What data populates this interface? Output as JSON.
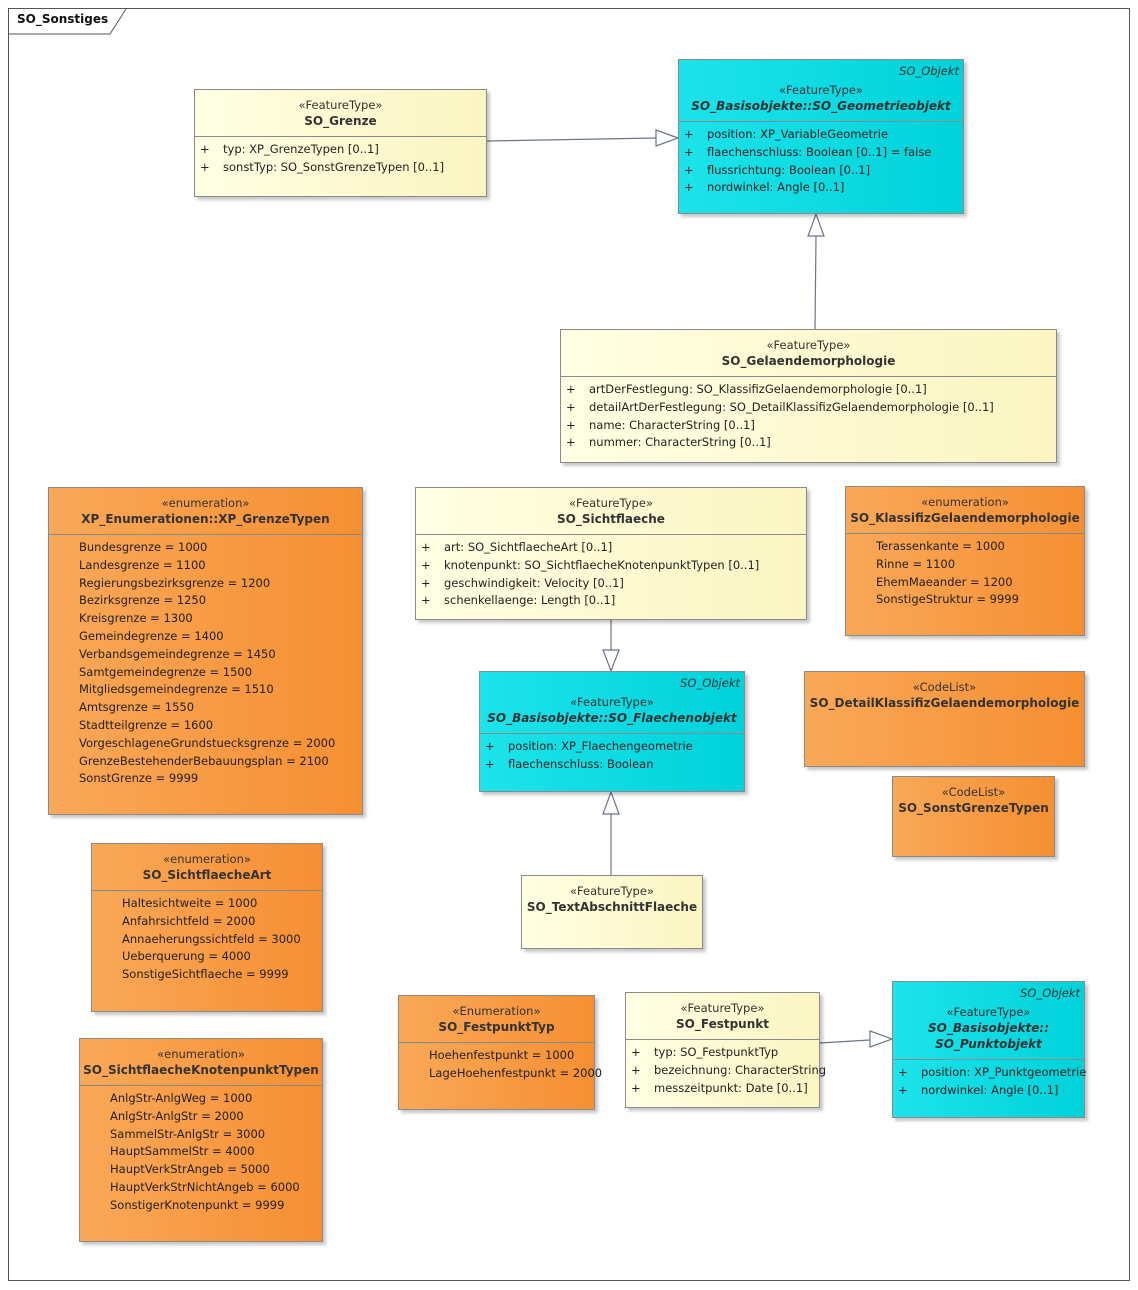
{
  "frame": {
    "title": "SO_Sonstiges"
  },
  "classes": {
    "so_grenze": {
      "stereotype": "«FeatureType»",
      "name": "SO_Grenze",
      "attributes": [
        {
          "visibility": "+",
          "text": "typ: XP_GrenzeTypen [0..1]"
        },
        {
          "visibility": "+",
          "text": "sonstTyp: SO_SonstGrenzeTypen [0..1]"
        }
      ]
    },
    "so_geometrieobjekt": {
      "abstract_label": "SO_Objekt",
      "stereotype": "«FeatureType»",
      "name": "SO_Basisobjekte::SO_Geometrieobjekt",
      "attributes": [
        {
          "visibility": "+",
          "text": "position: XP_VariableGeometrie"
        },
        {
          "visibility": "+",
          "text": "flaechenschluss: Boolean [0..1] = false"
        },
        {
          "visibility": "+",
          "text": "flussrichtung: Boolean [0..1]"
        },
        {
          "visibility": "+",
          "text": "nordwinkel: Angle [0..1]"
        }
      ]
    },
    "so_gelaendemorphologie": {
      "stereotype": "«FeatureType»",
      "name": "SO_Gelaendemorphologie",
      "attributes": [
        {
          "visibility": "+",
          "text": "artDerFestlegung: SO_KlassifizGelaendemorphologie [0..1]"
        },
        {
          "visibility": "+",
          "text": "detailArtDerFestlegung: SO_DetailKlassifizGelaendemorphologie [0..1]"
        },
        {
          "visibility": "+",
          "text": "name: CharacterString [0..1]"
        },
        {
          "visibility": "+",
          "text": "nummer: CharacterString [0..1]"
        }
      ]
    },
    "xp_grenzetypen": {
      "stereotype": "«enumeration»",
      "name": "XP_Enumerationen::XP_GrenzeTypen",
      "literals": [
        "Bundesgrenze = 1000",
        "Landesgrenze = 1100",
        "Regierungsbezirksgrenze = 1200",
        "Bezirksgrenze = 1250",
        "Kreisgrenze = 1300",
        "Gemeindegrenze = 1400",
        "Verbandsgemeindegrenze = 1450",
        "Samtgemeindegrenze = 1500",
        "Mitgliedsgemeindegrenze = 1510",
        "Amtsgrenze = 1550",
        "Stadtteilgrenze = 1600",
        "VorgeschlageneGrundstuecksgrenze = 2000",
        "GrenzeBestehenderBebauungsplan = 2100",
        "SonstGrenze = 9999"
      ]
    },
    "so_sichtflaeche": {
      "stereotype": "«FeatureType»",
      "name": "SO_Sichtflaeche",
      "attributes": [
        {
          "visibility": "+",
          "text": "art: SO_SichtflaecheArt [0..1]"
        },
        {
          "visibility": "+",
          "text": "knotenpunkt: SO_SichtflaecheKnotenpunktTypen [0..1]"
        },
        {
          "visibility": "+",
          "text": "geschwindigkeit: Velocity [0..1]"
        },
        {
          "visibility": "+",
          "text": "schenkellaenge: Length [0..1]"
        }
      ]
    },
    "so_klassifizgelaendemorphologie": {
      "stereotype": "«enumeration»",
      "name": "SO_KlassifizGelaendemorphologie",
      "literals": [
        "Terassenkante = 1000",
        "Rinne = 1100",
        "EhemMaeander = 1200",
        "SonstigeStruktur = 9999"
      ]
    },
    "so_flaechenobjekt": {
      "abstract_label": "SO_Objekt",
      "stereotype": "«FeatureType»",
      "name": "SO_Basisobjekte::SO_Flaechenobjekt",
      "attributes": [
        {
          "visibility": "+",
          "text": "position: XP_Flaechengeometrie"
        },
        {
          "visibility": "+",
          "text": "flaechenschluss: Boolean"
        }
      ]
    },
    "so_detailklassifizgelaendemorphologie": {
      "stereotype": "«CodeList»",
      "name": "SO_DetailKlassifizGelaendemorphologie"
    },
    "so_sonstgrenzetypen": {
      "stereotype": "«CodeList»",
      "name": "SO_SonstGrenzeTypen"
    },
    "so_sichtflaecheart": {
      "stereotype": "«enumeration»",
      "name": "SO_SichtflaecheArt",
      "literals": [
        "Haltesichtweite = 1000",
        "Anfahrsichtfeld = 2000",
        "Annaeherungssichtfeld = 3000",
        "Ueberquerung = 4000",
        "SonstigeSichtflaeche = 9999"
      ]
    },
    "so_textabschnittflaeche": {
      "stereotype": "«FeatureType»",
      "name": "SO_TextAbschnittFlaeche"
    },
    "so_festpunkttyp": {
      "stereotype": "«Enumeration»",
      "name": "SO_FestpunktTyp",
      "literals": [
        "Hoehenfestpunkt = 1000",
        "LageHoehenfestpunkt = 2000"
      ]
    },
    "so_festpunkt": {
      "stereotype": "«FeatureType»",
      "name": "SO_Festpunkt",
      "attributes": [
        {
          "visibility": "+",
          "text": "typ: SO_FestpunktTyp"
        },
        {
          "visibility": "+",
          "text": "bezeichnung: CharacterString"
        },
        {
          "visibility": "+",
          "text": "messzeitpunkt: Date [0..1]"
        }
      ]
    },
    "so_punktobjekt": {
      "abstract_label": "SO_Objekt",
      "stereotype": "«FeatureType»",
      "name_line1": "SO_Basisobjekte::",
      "name_line2": "SO_Punktobjekt",
      "attributes": [
        {
          "visibility": "+",
          "text": "position: XP_Punktgeometrie"
        },
        {
          "visibility": "+",
          "text": "nordwinkel: Angle [0..1]"
        }
      ]
    },
    "so_sichtflaecheknotenpunkttypen": {
      "stereotype": "«enumeration»",
      "name": "SO_SichtflaecheKnotenpunktTypen",
      "literals": [
        "AnlgStr-AnlgWeg = 1000",
        "AnlgStr-AnlgStr = 2000",
        "SammelStr-AnlgStr = 3000",
        "HauptSammelStr = 4000",
        "HauptVerkStrAngeb = 5000",
        "HauptVerkStrNichtAngeb = 6000",
        "SonstigerKnotenpunkt = 9999"
      ]
    }
  },
  "colors": {
    "feature_type_fill": "#fcf8cc",
    "enumeration_fill": "#f7973f",
    "abstract_object_fill": "#10dbe2",
    "edge": "#6b7587"
  }
}
